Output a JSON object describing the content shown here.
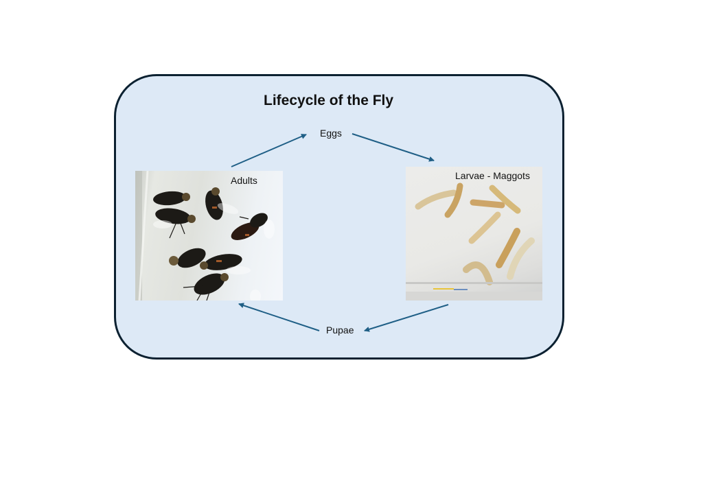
{
  "diagram": {
    "title": "Lifecycle of the Fly",
    "stages": [
      {
        "id": "eggs",
        "label": "Eggs"
      },
      {
        "id": "larvae",
        "label": "Larvae - Maggots",
        "has_photo": true
      },
      {
        "id": "pupae",
        "label": "Pupae"
      },
      {
        "id": "adults",
        "label": "Adults",
        "has_photo": true
      }
    ],
    "flow": [
      "Adults",
      "Eggs",
      "Larvae - Maggots",
      "Pupae",
      "Adults"
    ],
    "colors": {
      "panel_fill": "#dde9f6",
      "panel_border": "#0c2131",
      "arrow": "#1f5f86"
    }
  }
}
